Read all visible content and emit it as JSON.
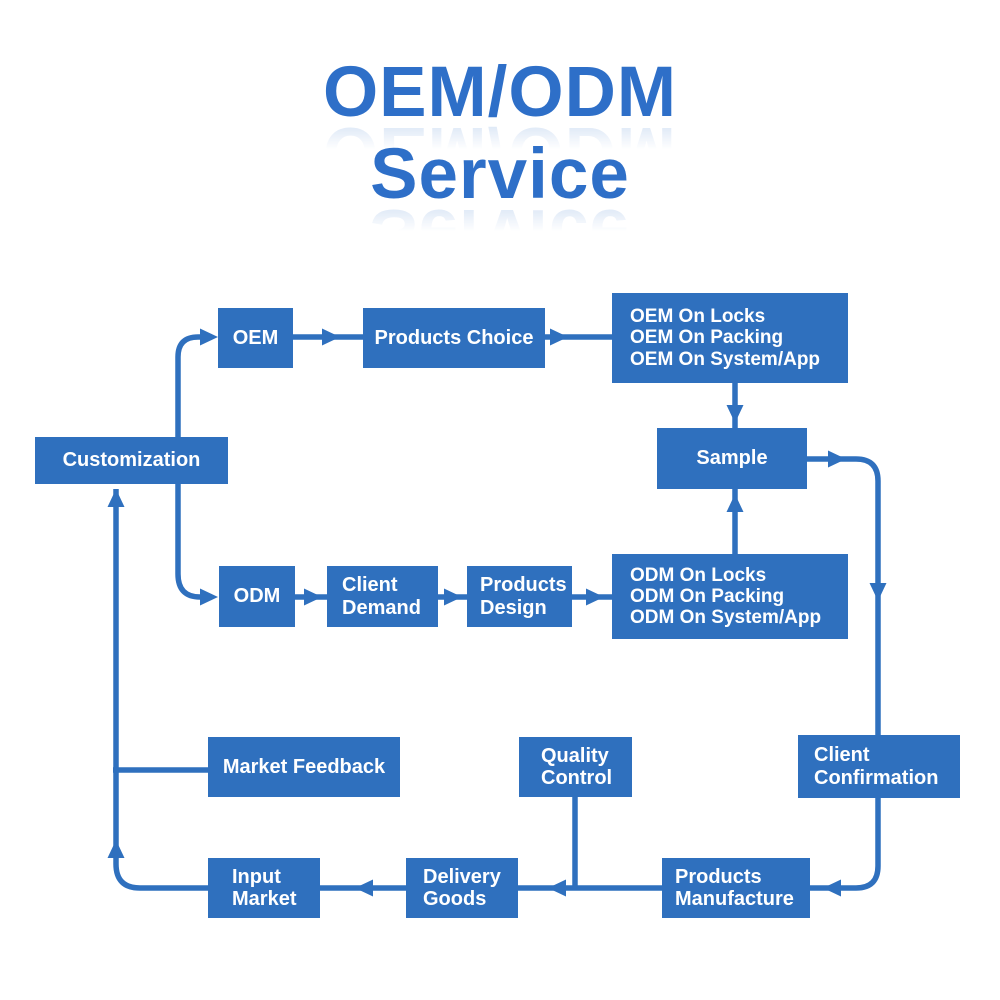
{
  "title": {
    "line1": "OEM/ODM",
    "line2": "Service"
  },
  "colors": {
    "primary": "#2f70be",
    "title": "#2e6fc8",
    "node_text": "#ffffff",
    "background": "#ffffff"
  },
  "nodes": {
    "oem": {
      "label": "OEM"
    },
    "products_choice": {
      "label": "Products Choice"
    },
    "oem_on": {
      "label": "OEM On Locks\nOEM On Packing\nOEM On System/App"
    },
    "customization": {
      "label": "Customization"
    },
    "sample": {
      "label": "Sample"
    },
    "odm": {
      "label": "ODM"
    },
    "client_demand": {
      "label": "Client\nDemand"
    },
    "products_design": {
      "label": "Products\nDesign"
    },
    "odm_on": {
      "label": "ODM On Locks\nODM On Packing\nODM On System/App"
    },
    "client_confirmation": {
      "label": "Client\nConfirmation"
    },
    "market_feedback": {
      "label": "Market Feedback"
    },
    "quality_control": {
      "label": "Quality\nControl"
    },
    "input_market": {
      "label": "Input\nMarket"
    },
    "delivery_goods": {
      "label": "Delivery\nGoods"
    },
    "products_manufacture": {
      "label": "Products\nManufacture"
    }
  }
}
